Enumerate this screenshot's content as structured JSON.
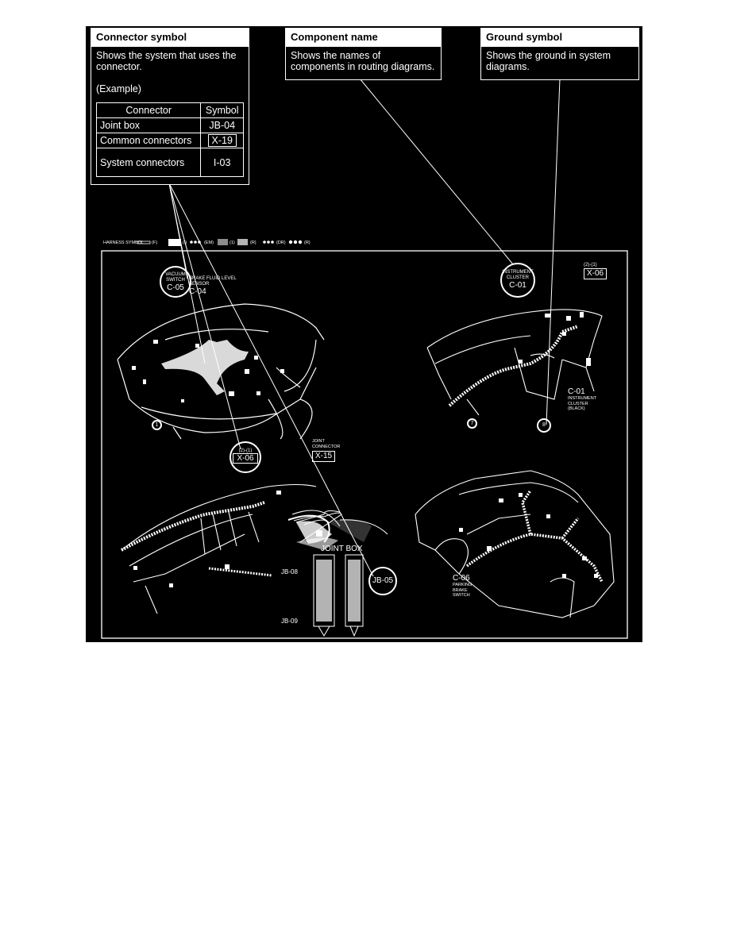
{
  "callouts": {
    "connector": {
      "title": "Connector symbol",
      "description": "Shows the system that uses the connector.",
      "example_label": "(Example)",
      "table": {
        "headers": [
          "Connector",
          "Symbol"
        ],
        "rows": [
          {
            "connector": "Joint box",
            "symbol": "JB-04"
          },
          {
            "connector": "Common connectors",
            "symbol": "X-19"
          },
          {
            "connector": "System connectors",
            "symbol": "I-03"
          }
        ]
      }
    },
    "component": {
      "title": "Component name",
      "description": "Shows the names of components in routing diagrams."
    },
    "ground": {
      "title": "Ground symbol",
      "description": "Shows the ground in system diagrams."
    }
  },
  "harness_legend": {
    "label": "HARNESS SYMBOL",
    "items": [
      "(F)",
      "(I)",
      "(EM)",
      "(1)",
      "(R)",
      "(DR)",
      "(R)"
    ]
  },
  "diagram_labels": {
    "vacuum_switch": {
      "name": "VACUUM SWITCH",
      "code": "C-05"
    },
    "brake_fluid": {
      "name": "BRAKE FLUID LEVEL SENSOR",
      "code": "C-04"
    },
    "instrument_cluster": {
      "name": "INSTRUMENT CLUSTER",
      "code": "C-01"
    },
    "x06_top": {
      "prefix": "(2)-(1)",
      "code": "X-06"
    },
    "c01_black": {
      "code": "C-01",
      "name": "INSTRUMENT CLUSTER (BLACK)"
    },
    "ground_numbers": [
      "1",
      "7",
      "8"
    ],
    "x06_mid": {
      "prefix": "(2)-(1)",
      "code": "X-06"
    },
    "joint_connector": {
      "name": "JOINT CONNECTOR",
      "code": "X-15"
    },
    "joint_box": "JOINT BOX",
    "jb08": "JB-08",
    "jb09": "JB-09",
    "jb05": "JB-05",
    "parking_brake": {
      "code": "C-06",
      "name": "PARKING BRAKE SWITCH"
    }
  }
}
